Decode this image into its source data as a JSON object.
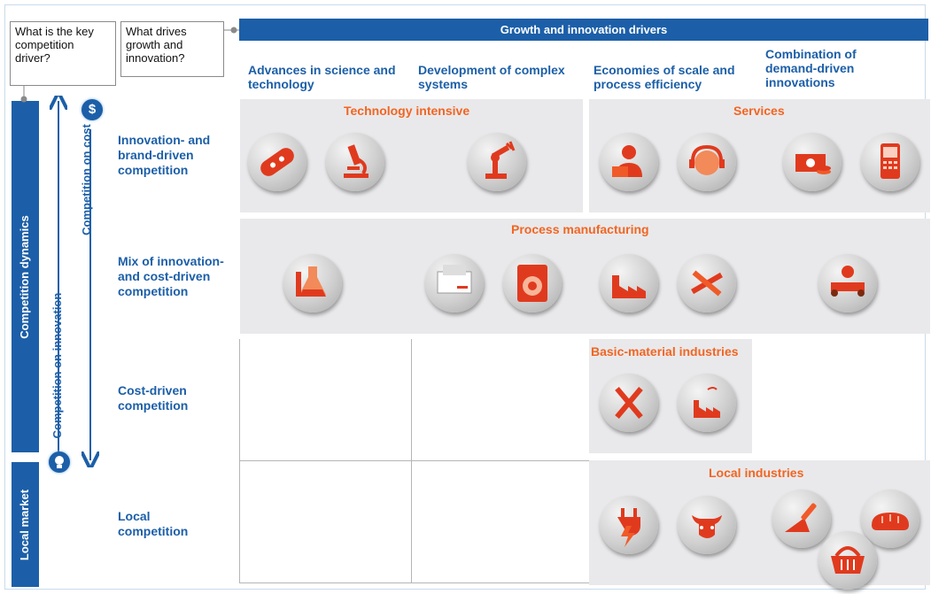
{
  "questions": {
    "competition": "What is the key competition driver?",
    "growth": "What drives growth and innovation?"
  },
  "header_bar": "Growth and innovation drivers",
  "columns": [
    "Advances in science and technology",
    "Development of complex systems",
    "Economies of scale and process efficiency",
    "Combination of demand-driven innovations"
  ],
  "rows": [
    "Innovation- and brand-driven competition",
    "Mix of innovation- and cost-driven competition",
    "Cost-driven competition",
    "Local competition"
  ],
  "sidebar": {
    "competition_dynamics": "Competition dynamics",
    "local_market": "Local market"
  },
  "axes": {
    "cost": "Competition on cost",
    "innovation": "Competition on innovation"
  },
  "panels": {
    "technology": "Technology intensive",
    "services": "Services",
    "process": "Process manufacturing",
    "basic": "Basic-material industries",
    "local": "Local industries"
  },
  "icons": [
    "bandage-icon",
    "microscope-icon",
    "robot-arm-icon",
    "consultant-icon",
    "call-center-icon",
    "money-icon",
    "mobile-phone-icon",
    "flask-icon",
    "printer-icon",
    "washing-machine-icon",
    "factory-icon",
    "tools-icon",
    "packaging-icon",
    "mining-icon",
    "plant-icon",
    "power-plug-icon",
    "cow-icon",
    "trowel-icon",
    "bread-icon",
    "basket-icon"
  ],
  "colors": {
    "brand_blue": "#1c5fa8",
    "accent_orange": "#f26522",
    "panel_gray": "#e9e9eb"
  }
}
